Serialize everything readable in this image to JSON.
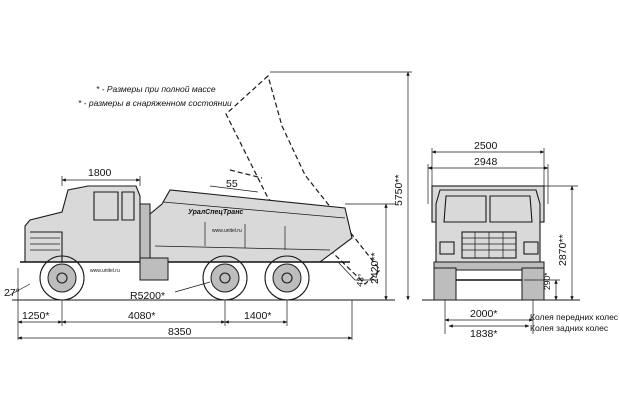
{
  "notes": {
    "full_mass": "* - Размеры при полной массе",
    "curb_state": "* - размеры в снаряженном состоянии"
  },
  "branding": {
    "logo_text": "УралСпецТранс",
    "website_body": "www.unitel.ru",
    "website_chassis": "www.unitel.ru"
  },
  "side_view": {
    "cab_length": "1800",
    "body_angle": "55",
    "turn_radius": "R5200*",
    "rear_angle": "43°",
    "front_angle": "27°",
    "height_raised": "5750**",
    "height_loaded": "2420**",
    "front_overhang": "1250*",
    "wheelbase_front": "4080*",
    "wheelbase_rear": "1400*",
    "overall_length": "8350"
  },
  "front_view": {
    "body_width": "2500",
    "overall_width": "2948",
    "overall_height": "2870**",
    "ground_clearance": "290*",
    "front_track": "2000*",
    "rear_track": "1838*",
    "front_track_label": "Колея передних колес",
    "rear_track_label": "Колея задних колес"
  },
  "colors": {
    "line": "#1a1a1a",
    "body_fill": "#d9d9d9",
    "background": "#ffffff"
  }
}
